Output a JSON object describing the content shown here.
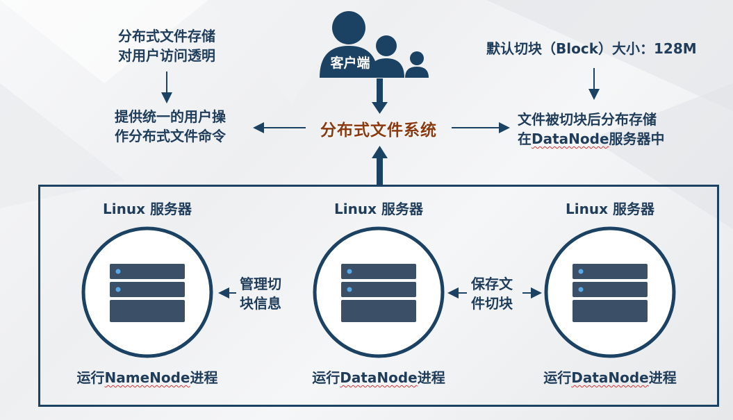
{
  "client": {
    "label": "客户端"
  },
  "center": {
    "title": "分布式文件系统"
  },
  "top_left": {
    "line1": "分布式文件存储",
    "line2": "对用户访问透明"
  },
  "mid_left": {
    "line1": "提供统一的用户操",
    "line2": "作分布式文件命令"
  },
  "top_right": {
    "text": "默认切块（Block）大小：128M"
  },
  "mid_right": {
    "line1": "文件被切块后分布存储",
    "line2_prefix": "在",
    "line2_term": "DataNode",
    "line2_suffix": "服务器中"
  },
  "servers": [
    {
      "title": "Linux 服务器",
      "caption_prefix": "运行",
      "caption_term": "NameNode",
      "caption_suffix": "进程"
    },
    {
      "title": "Linux 服务器",
      "caption_prefix": "运行",
      "caption_term": "DataNode",
      "caption_suffix": "进程"
    },
    {
      "title": "Linux 服务器",
      "caption_prefix": "运行",
      "caption_term": "DataNode",
      "caption_suffix": "进程"
    }
  ],
  "links": {
    "manage": {
      "line1": "管理切",
      "line2": "块信息"
    },
    "save": {
      "line1": "保存文",
      "line2": "件切块"
    }
  },
  "colors": {
    "primary": "#1f3d5a",
    "server_fill": "#3b5066",
    "highlight": "#8b3a10",
    "led": "#5aa9e6"
  }
}
